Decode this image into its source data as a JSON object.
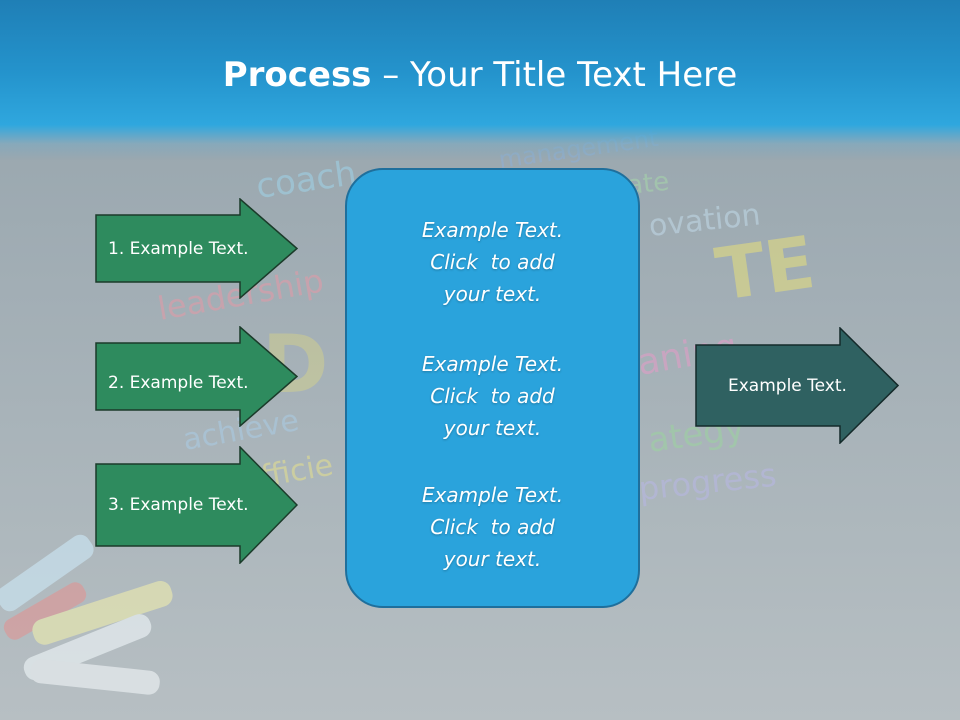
{
  "slide": {
    "title_bold": "Process",
    "title_rest": " – Your Title Text Here"
  },
  "left_arrows": [
    {
      "label": "1. Example Text."
    },
    {
      "label": "2. Example Text."
    },
    {
      "label": "3. Example Text."
    }
  ],
  "center_box": {
    "items": [
      {
        "line1": "Example Text.",
        "line2": "Click  to add",
        "line3": "your text."
      },
      {
        "line1": "Example Text.",
        "line2": "Click  to add",
        "line3": "your text."
      },
      {
        "line1": "Example Text.",
        "line2": "Click  to add",
        "line3": "your text."
      }
    ]
  },
  "right_arrow": {
    "label": "Example Text."
  },
  "background_words": [
    "coach",
    "management",
    "ate",
    "ovation",
    "leadership",
    "TE",
    "achieve",
    "efficie",
    "aning",
    "ategy",
    "progress"
  ],
  "colors": {
    "header": "#2493cc",
    "center_box": "#2aa3dc",
    "left_arrow_fill": "#2e8b5e",
    "right_arrow_fill": "#2f6161"
  }
}
